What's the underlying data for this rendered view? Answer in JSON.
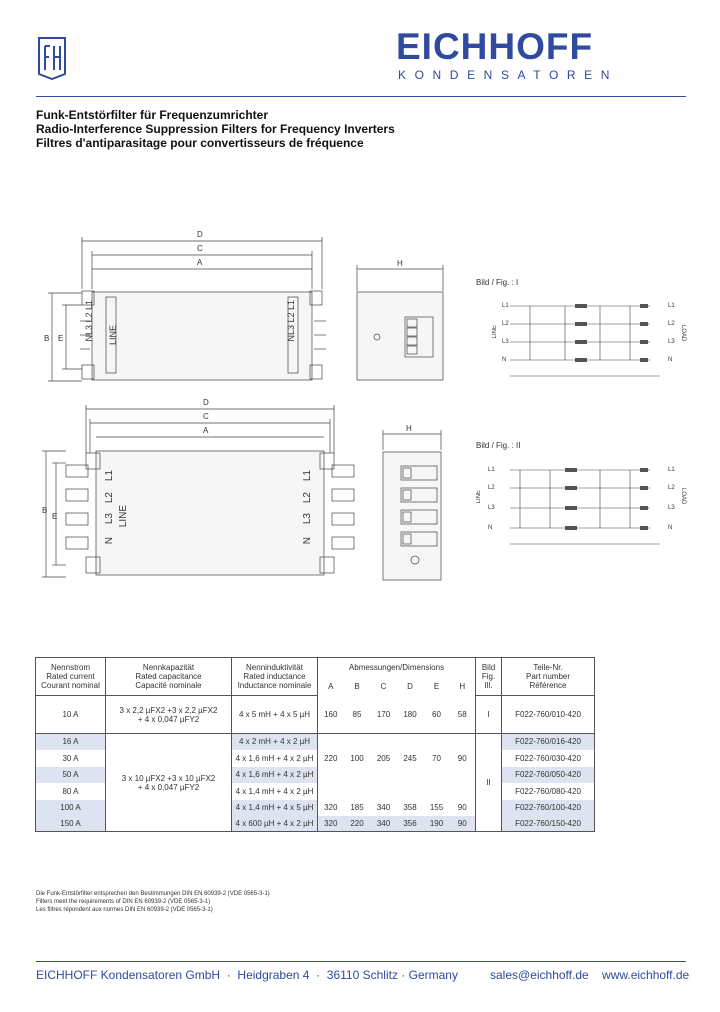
{
  "header": {
    "brand": "EICHHOFF",
    "brand_sub": "KONDENSATOREN"
  },
  "titles": [
    "Funk-Entstörfilter für Frequenzumrichter",
    "Radio-Interference Suppression Filters for Frequency Inverters",
    "Filtres d'antiparasitage pour convertisseurs de fréquence"
  ],
  "drawing1": {
    "dims": {
      "d": "D",
      "c": "C",
      "a": "A",
      "b": "B",
      "e": "E",
      "h": "H"
    },
    "line_side": "NL3 L2 L1",
    "line_word": "LINE",
    "load_side": "NL3 L2 L1",
    "figure": "Bild / Fig. : I",
    "schematic_left": [
      "L1",
      "L2",
      "L3",
      "N"
    ],
    "schematic_right": [
      "L1",
      "L2",
      "L3",
      "N"
    ],
    "schematic_line": "LINE",
    "schematic_load": "LOAD"
  },
  "drawing2": {
    "dims": {
      "d": "D",
      "c": "C",
      "a": "A",
      "b": "B",
      "e": "E",
      "h": "H"
    },
    "terminals_left": [
      "L1",
      "L2",
      "L3",
      "N"
    ],
    "line_word": "LINE",
    "terminals_right": [
      "L1",
      "L2",
      "L3",
      "N"
    ],
    "figure": "Bild / Fig. : II",
    "schematic_left": [
      "L1",
      "L2",
      "L3",
      "N"
    ],
    "schematic_right": [
      "L1",
      "L2",
      "L3",
      "N"
    ],
    "schematic_line": "LINE",
    "schematic_load": "LOAD"
  },
  "table": {
    "h_current": [
      "Nennstrom",
      "Rated current",
      "Courant nominal"
    ],
    "h_capacitance": [
      "Nennkapazität",
      "Rated capacitance",
      "Capacité nominale"
    ],
    "h_inductance": [
      "Nenninduktivität",
      "Rated inductance",
      "Inductance nominale"
    ],
    "h_dimensions": "Abmessungen/Dimensions",
    "h_dim_cols": [
      "A",
      "B",
      "C",
      "D",
      "E",
      "H"
    ],
    "h_figure": [
      "Bild",
      "Fig.",
      "Ill."
    ],
    "h_part": [
      "Teile-Nr.",
      "Part number",
      "Référence"
    ],
    "row1": {
      "current": "10 A",
      "capacitance": [
        "3 x 2,2 µFX2 +3 x 2,2 µFX2",
        "+ 4 x 0,047 µFY2"
      ],
      "inductance": "4 x 5 mH + 4 x 5 µH",
      "dims": [
        "160",
        "85",
        "170",
        "180",
        "60",
        "58"
      ],
      "fig": "I",
      "part": "F022-760/010-420"
    },
    "group2": {
      "capacitance": [
        "3 x 10 µFX2 +3 x 10 µFX2",
        "+ 4 x 0,047 µFY2"
      ],
      "fig": "II",
      "dims_a": [
        "220",
        "100",
        "205",
        "245",
        "70",
        "90"
      ],
      "dims_b": [
        "320",
        "185",
        "340",
        "358",
        "155",
        "90"
      ],
      "rows": [
        {
          "current": "16 A",
          "inductance": "4 x 2 mH + 4 x 2 µH",
          "part": "F022-760/016-420"
        },
        {
          "current": "30 A",
          "inductance": "4 x 1,6 mH + 4 x 2 µH",
          "part": "F022-760/030-420"
        },
        {
          "current": "50 A",
          "inductance": "4 x 1,6 mH + 4 x 2 µH",
          "part": "F022-760/050-420"
        },
        {
          "current": "80 A",
          "inductance": "4 x 1,4 mH + 4 x 2 µH",
          "part": "F022-760/080-420"
        },
        {
          "current": "100 A",
          "inductance": "4 x 1,4 mH + 4 x 5 µH",
          "part": "F022-760/100-420"
        },
        {
          "current": "150 A",
          "inductance": "4 x 600 µH + 4 x 2 µH",
          "part": "F022-760/150-420",
          "dims": [
            "320",
            "220",
            "340",
            "356",
            "190",
            "90"
          ]
        }
      ]
    }
  },
  "footnotes": [
    "Die Funk-Entstörfilter entsprechen den Bestimmungen DIN EN 60939-2 (VDE 0565-3-1)",
    "Filters meet the requirements of DIN EN 60939-2 (VDE 0565-3-1)",
    "Les filtres répondent aux normes DIN EN 60939-2 (VDE 0565-3-1)"
  ],
  "footer": {
    "address": "EICHHOFF Kondensatoren GmbH  ·  Heidgraben 4  ·  36110 Schlitz · Germany",
    "contact": "sales@eichhoff.de    www.eichhoff.de"
  },
  "colors": {
    "brand": "#2f4a9e",
    "highlight": "#dde3f0"
  }
}
